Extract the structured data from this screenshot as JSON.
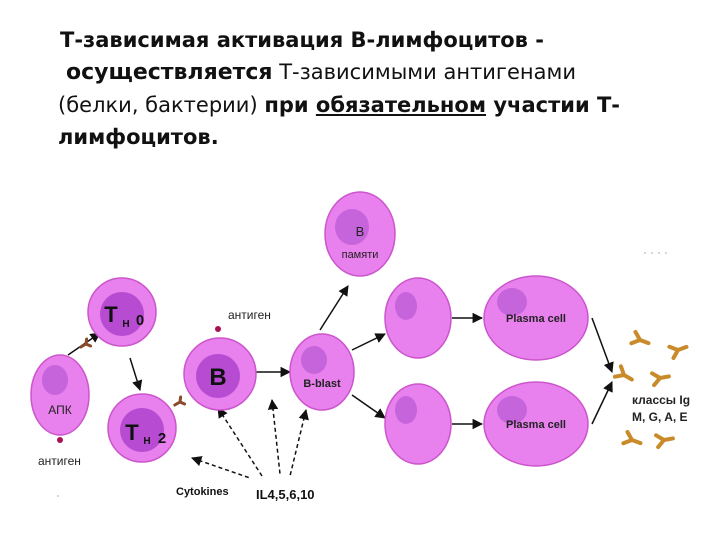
{
  "heading": {
    "line1": "Т-зависимая активация В-лимфоцитов -",
    "line2_bold": "осуществляется",
    "line2_rest": " Т-зависимыми антигенами",
    "line3_a": "(белки, бактерии) ",
    "line3_b": "при ",
    "line3_u": "обязательном",
    "line3_c": " участии Т-",
    "line4": "лимфоцитов."
  },
  "cells": {
    "b_memory_line1": "В",
    "b_memory_line2": "памяти",
    "th0_main": "Т",
    "th0_sub": "Н",
    "th0_num": "0",
    "b_cell": "B",
    "b_blast": "B-blast",
    "apc": "АПК",
    "th2_main": "Т",
    "th2_sub": "Н",
    "th2_num": "2",
    "plasma_top": "Plasma cell",
    "plasma_bottom": "Plasma cell"
  },
  "labels": {
    "antigen_top": "антиген",
    "antigen_bottom": "антиген",
    "cytokines": "Cytokines",
    "interleukins": "IL4,5,6,10",
    "ig_classes_line1": "классы Ig",
    "ig_classes_line2": "М, G, A, E"
  },
  "colors": {
    "cell_fill": "#e880ee",
    "cell_stroke": "#cc55cc",
    "nucleus": "#b74bd2",
    "nucleus_light": "#c664dc",
    "antibody": "#c98a2a",
    "antigen": "#8a4a2a",
    "dot": "#aa1155"
  }
}
